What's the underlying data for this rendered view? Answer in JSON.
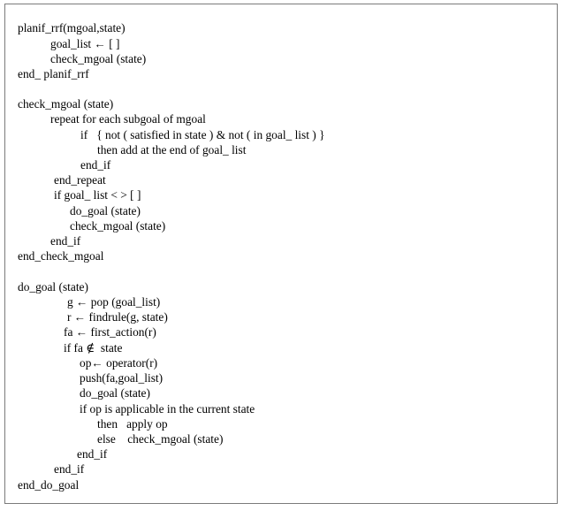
{
  "document": {
    "lines": [
      "planif_rrf(mgoal,state)",
      "goal_list ← [ ]",
      "check_mgoal (state)",
      "end_ planif_rrf",
      "check_mgoal (state)",
      "repeat for each subgoal of mgoal",
      "if   { not ( satisfied in state ) & not ( in goal_ list ) }",
      "then add at the end of goal_ list",
      "end_if",
      "end_repeat",
      "if goal_ list < > [ ]",
      "do_goal (state)",
      "check_mgoal (state)",
      "end_if",
      "end_check_mgoal",
      "do_goal (state)",
      "g ← pop (goal_list)",
      "r ← findrule(g, state)",
      "fa ← first_action(r)",
      "if fa ∉  state",
      "op← operator(r)",
      "push(fa,goal_list)",
      "do_goal (state)",
      "if op is applicable in the current state",
      "then   apply op",
      "else    check_mgoal (state)",
      "end_if",
      "end_if",
      "end_do_goal"
    ]
  }
}
